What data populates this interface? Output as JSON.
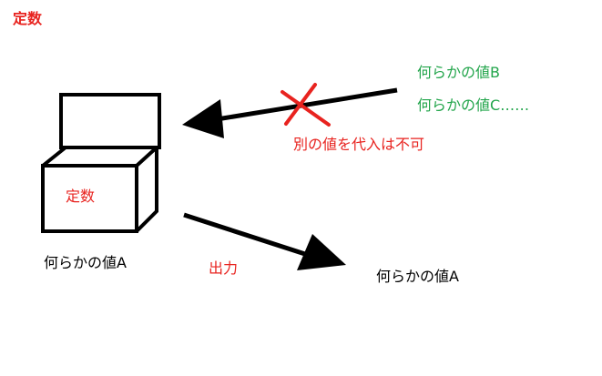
{
  "title": "定数",
  "box_label": "定数",
  "value_a_left": "何らかの値A",
  "input_b": "何らかの値B",
  "input_c": "何らかの値C……",
  "forbidden_label": "別の値を代入は不可",
  "output_label": "出力",
  "value_a_right": "何らかの値A",
  "colors": {
    "red": "#e8231f",
    "green": "#22a54b",
    "black": "#000000"
  },
  "icons": [
    "box-icon",
    "arrow-left-icon",
    "arrow-right-icon",
    "cross-icon"
  ]
}
